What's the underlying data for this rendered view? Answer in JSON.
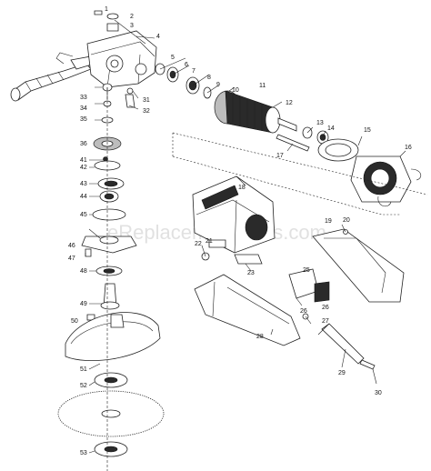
{
  "diagram": {
    "watermark": "eReplacementParts.com",
    "callouts": [
      "1",
      "2",
      "3",
      "4",
      "5",
      "6",
      "7",
      "8",
      "9",
      "10",
      "11",
      "12",
      "13",
      "14",
      "15",
      "16",
      "17",
      "18",
      "19",
      "20",
      "21",
      "22",
      "23",
      "25",
      "26",
      "26",
      "27",
      "28",
      "29",
      "30",
      "31",
      "32",
      "33",
      "34",
      "35",
      "36",
      "41",
      "42",
      "43",
      "44",
      "45",
      "46",
      "47",
      "48",
      "49",
      "50",
      "51",
      "52",
      "53"
    ]
  }
}
